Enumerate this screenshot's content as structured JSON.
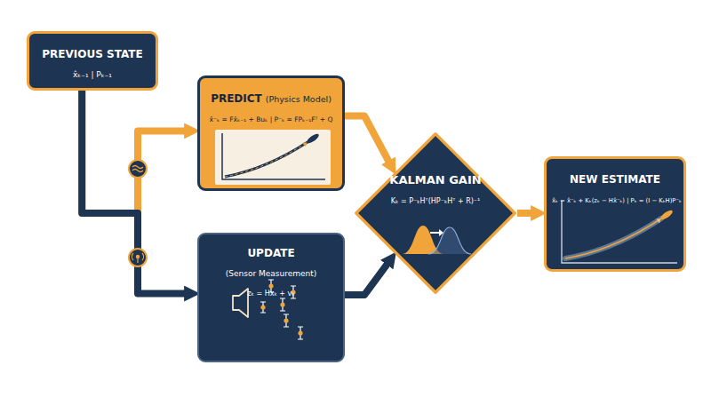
{
  "diagram": {
    "nodes": [
      {
        "text": [
          "PREVIOUS STATE",
          "x̂ₖ₋₁ | Pₖ₋₁"
        ]
      },
      {
        "text": [
          "PREDICT",
          "(Physics Model)",
          "x̂⁻ₖ = Fx̂ₖ₋₁ + Buₖ | P⁻ₖ = FPₖ₋₁Fᵀ + Q"
        ]
      },
      {
        "text": [
          "UPDATE",
          "(Sensor Measurement)",
          "zₖ = Hxₖ + vₖ"
        ]
      },
      {
        "text": [
          "KALMAN GAIN",
          "Kₖ = P⁻ₖHᵀ(HP⁻ₖHᵀ + R)⁻¹"
        ]
      },
      {
        "text": [
          "NEW ESTIMATE",
          "x̂ₖ = x̂⁻ₖ + Kₖ(zₖ − Hx̂⁻ₖ) | Pₖ = (I − KₖH)P⁻ₖ"
        ]
      }
    ],
    "edges": [
      {
        "from": 0,
        "to": 1,
        "arrow": "to"
      },
      {
        "from": 0,
        "to": 2,
        "arrow": "to"
      },
      {
        "from": 1,
        "to": 3,
        "arrow": "to"
      },
      {
        "from": 2,
        "to": 3,
        "arrow": "to"
      },
      {
        "from": 3,
        "to": 4,
        "arrow": "to"
      }
    ]
  }
}
